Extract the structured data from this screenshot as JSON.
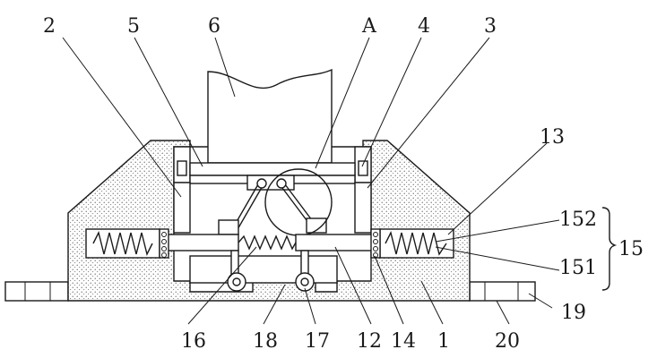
{
  "labels": {
    "l2": "2",
    "l5": "5",
    "l6": "6",
    "lA": "A",
    "l4": "4",
    "l3": "3",
    "l13": "13",
    "l152": "152",
    "l15": "15",
    "l151": "151",
    "l19": "19",
    "l16": "16",
    "l18": "18",
    "l17": "17",
    "l12": "12",
    "l14": "14",
    "l1": "1",
    "l20": "20"
  }
}
